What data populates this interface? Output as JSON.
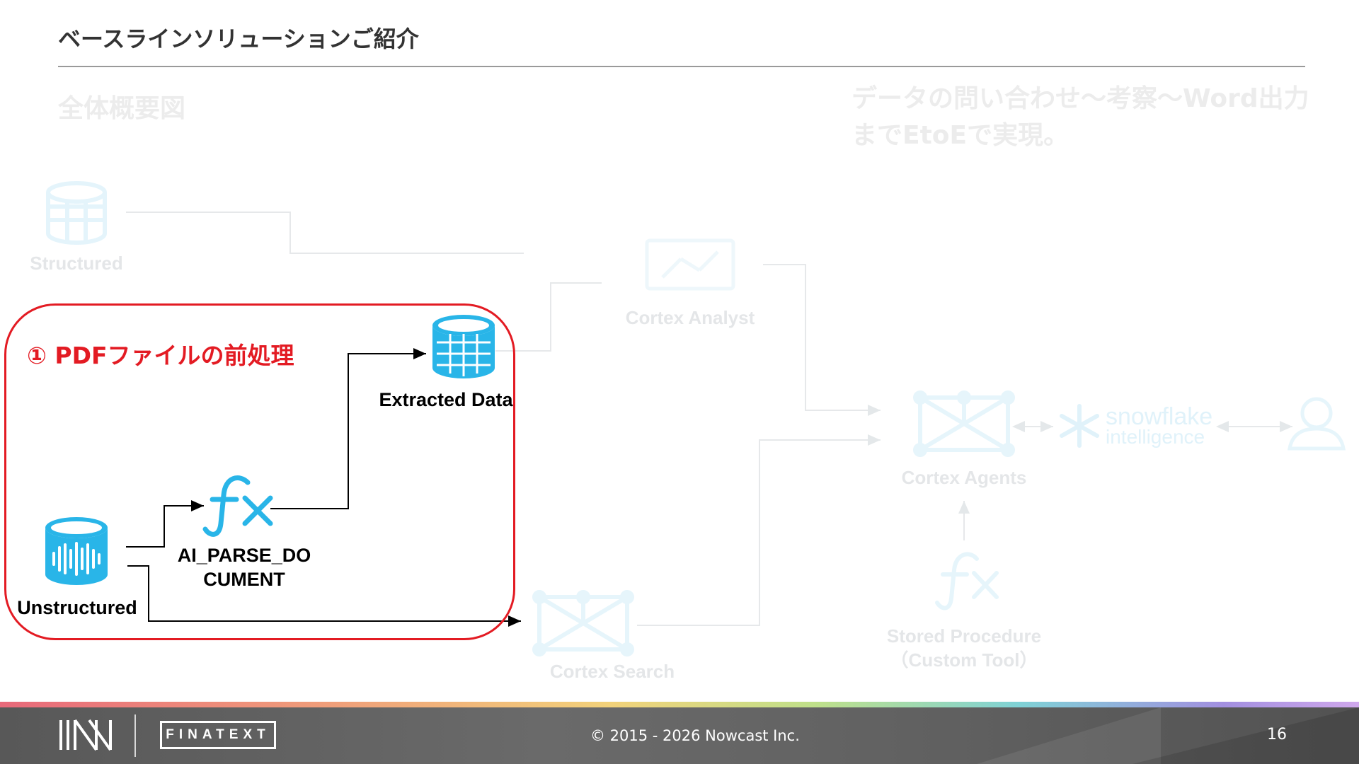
{
  "header": {
    "title": "ベースラインソリューションご紹介",
    "subtitle_left": "全体概要図",
    "subtitle_right": "データの問い合わせ〜考察〜Word出力までEtoEで実現。"
  },
  "step": {
    "label": "① PDFファイルの前処理"
  },
  "nodes": {
    "structured": "Structured",
    "cortex_analyst": "Cortex Analyst",
    "extracted_data": "Extracted Data",
    "ai_parse_line1": "AI_PARSE_DO",
    "ai_parse_line2": "CUMENT",
    "unstructured": "Unstructured",
    "cortex_search": "Cortex Search",
    "cortex_agents": "Cortex Agents",
    "snowflake_line1": "snowflake",
    "snowflake_line2": "intelligence",
    "stored_procedure_line1": "Stored Procedure",
    "stored_procedure_line2": "（Custom Tool）"
  },
  "icons": {
    "database": "database-icon",
    "function": "function-fx-icon",
    "audio_database": "audio-database-icon",
    "network": "network-graph-icon",
    "snowflake": "snowflake-icon",
    "user": "user-icon"
  },
  "colors": {
    "accent_red": "#e31b23",
    "icon_blue": "#29b5e8",
    "faded_icon": "#e6f5fb",
    "faded_text": "#e4e6e8"
  },
  "footer": {
    "copyright": "© 2015 - 2026 Nowcast Inc.",
    "page_number": "16",
    "brand": "FINATEXT"
  }
}
